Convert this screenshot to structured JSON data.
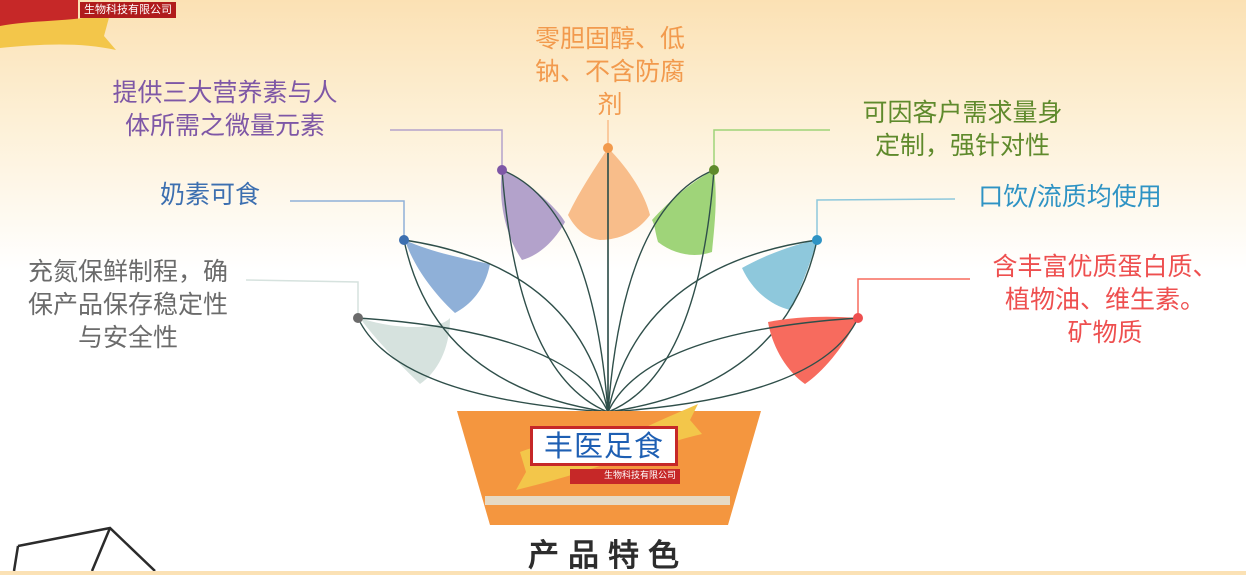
{
  "company_name": "生物科技有限公司",
  "brand_name": "丰医足食",
  "title": "产品特色",
  "features": [
    {
      "id": "nitrogen",
      "text": "充氮保鲜制程，确\n保产品保存稳定性\n与安全性",
      "color": "#6b6b6b",
      "petal_color": "#d6e2de"
    },
    {
      "id": "milk",
      "text": "奶素可食",
      "color": "#3c6fb0",
      "petal_color": "#8fb0d8"
    },
    {
      "id": "nutrients",
      "text": "提供三大营养素与人\n体所需之微量元素",
      "color": "#7e57a6",
      "petal_color": "#b3a2cb"
    },
    {
      "id": "cholesterol",
      "text": "零胆固醇、低\n钠、不含防腐\n剂",
      "color": "#f29a4d",
      "petal_color": "#f8bd8a"
    },
    {
      "id": "custom",
      "text": "可因客户需求量身\n定制，强针对性",
      "color": "#5f8a2c",
      "petal_color": "#9fd479"
    },
    {
      "id": "drink",
      "text": "口饮/流质均使用",
      "color": "#2e93c4",
      "petal_color": "#8ec8dc"
    },
    {
      "id": "protein",
      "text": "含丰富优质蛋白质、\n植物油、维生素。\n矿物质",
      "color": "#ee4f4f",
      "petal_color": "#f76b5e"
    }
  ],
  "colors": {
    "pot": "#f4963f",
    "pot_band": "#e6d9c3",
    "stem": "#2f4f4a",
    "brand_red": "#c62828",
    "brand_blue": "#1e5fb3",
    "ribbon": "#f3c64a"
  }
}
